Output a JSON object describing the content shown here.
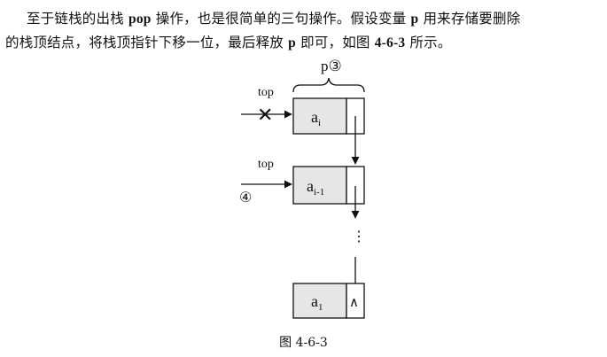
{
  "paragraph": {
    "line1_a": "至于链栈的出栈 ",
    "pop": "pop",
    "line1_b": " 操作，也是很简单的三句操作。假设变量 ",
    "p1": "p",
    "line1_c": " 用来存储要删除",
    "line2_a": "的栈顶结点，将栈顶指针下移一位，最后释放 ",
    "p2": "p",
    "line2_b": " 即可，如图 ",
    "fig_ref": "4-6-3",
    "line2_c": " 所示。"
  },
  "diagram": {
    "brace_label": "p③",
    "top_label_1": "top",
    "top_label_2": "top",
    "step_4": "④",
    "node_top": {
      "base": "a",
      "sub": "i"
    },
    "node_mid": {
      "base": "a",
      "sub": "i-1"
    },
    "node_bottom": {
      "base": "a",
      "sub": "1"
    },
    "null_symbol": "∧",
    "ellipsis": "⋮",
    "cross": "✕"
  },
  "colors": {
    "node_fill": "#e6e6e6",
    "stroke": "#111111"
  },
  "caption": "图 4-6-3"
}
